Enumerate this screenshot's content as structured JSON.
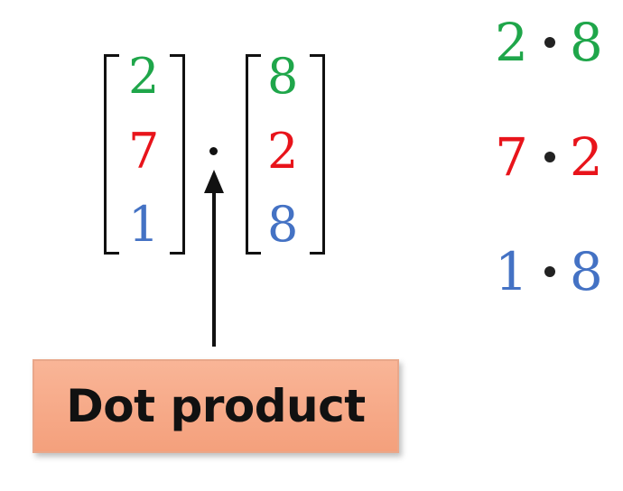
{
  "vector_a": {
    "entries": [
      {
        "value": "2",
        "color": "#1fa64a"
      },
      {
        "value": "7",
        "color": "#e8141b"
      },
      {
        "value": "1",
        "color": "#4472c4"
      }
    ]
  },
  "vector_b": {
    "entries": [
      {
        "value": "8",
        "color": "#1fa64a"
      },
      {
        "value": "2",
        "color": "#e8141b"
      },
      {
        "value": "8",
        "color": "#4472c4"
      }
    ]
  },
  "products": [
    {
      "left": "2",
      "right": "8",
      "color": "#1fa64a"
    },
    {
      "left": "7",
      "right": "2",
      "color": "#e8141b"
    },
    {
      "left": "1",
      "right": "8",
      "color": "#4472c4"
    }
  ],
  "label": {
    "text": "Dot product",
    "background": "#f4a07c"
  },
  "arrow_icon": "up-arrow-icon"
}
